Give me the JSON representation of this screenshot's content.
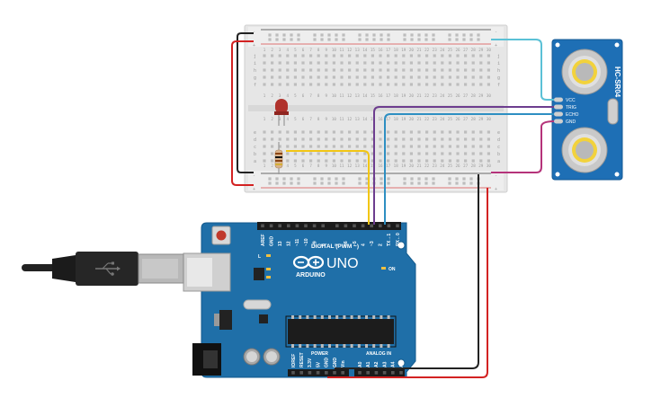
{
  "board": {
    "brand": "ARDUINO",
    "model": "UNO",
    "digital_header": "DIGITAL (PWM ~)",
    "power_header": "POWER",
    "analog_header": "ANALOG IN",
    "on_label": "ON",
    "l_label": "L",
    "tx_label": "TX",
    "rx_label": "RX",
    "digital_pins": [
      "AREF",
      "GND",
      "13",
      "12",
      "~11",
      "~10",
      "~9",
      "8",
      "7",
      "~6",
      "~5",
      "4",
      "~3",
      "2",
      "TX→1",
      "RX←0"
    ],
    "power_pins": [
      "IOREF",
      "RESET",
      "3.3V",
      "5V",
      "GND",
      "GND",
      "Vin"
    ],
    "analog_pins": [
      "A0",
      "A1",
      "A2",
      "A3",
      "A4",
      "A5"
    ]
  },
  "sensor": {
    "model": "HC-SR04",
    "pins": [
      "VCC",
      "TRIG",
      "ECHO",
      "GND"
    ]
  },
  "breadboard": {
    "row_letters_top": [
      "j",
      "i",
      "h",
      "g",
      "f"
    ],
    "row_letters_bottom": [
      "e",
      "d",
      "c",
      "b",
      "a"
    ],
    "columns": 30,
    "rail_minus": "-",
    "rail_plus": "+"
  },
  "colors": {
    "board_blue": "#1f6fa8",
    "board_dark": "#135a8c",
    "wire_red": "#d32222",
    "wire_black": "#222222",
    "wire_yellow": "#f2c614",
    "wire_purple": "#6d3d8f",
    "wire_blue": "#2e8fc2",
    "wire_cyan": "#5bc1d6",
    "wire_magenta": "#b5337a",
    "led_red": "#b0322c",
    "sensor_blue": "#1e6fb5"
  }
}
